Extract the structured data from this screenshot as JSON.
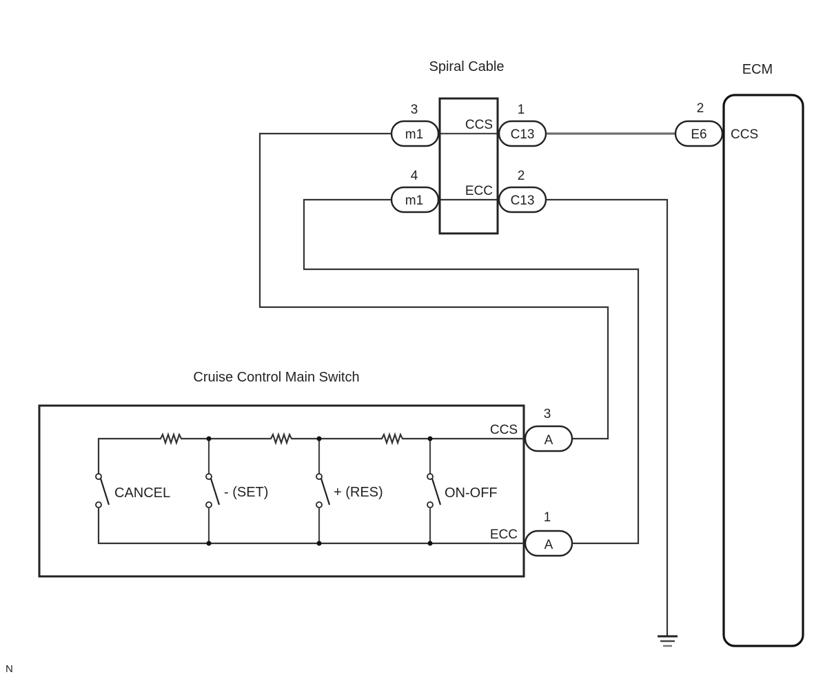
{
  "diagram": {
    "colors": {
      "line": "#222222",
      "ccs_wire": "#6e6e6e",
      "ecc_wire": "#333333",
      "background": "#ffffff"
    },
    "components": {
      "spiral_cable": {
        "title": "Spiral Cable",
        "terminals": [
          {
            "signal": "CCS",
            "left_pin": "3",
            "left_connector": "m1",
            "right_pin": "1",
            "right_connector": "C13"
          },
          {
            "signal": "ECC",
            "left_pin": "4",
            "left_connector": "m1",
            "right_pin": "2",
            "right_connector": "C13"
          }
        ]
      },
      "ecm": {
        "title": "ECM",
        "terminals": [
          {
            "signal": "CCS",
            "pin": "2",
            "connector": "E6"
          }
        ]
      },
      "main_switch": {
        "title": "Cruise Control Main Switch",
        "terminals": [
          {
            "signal": "CCS",
            "pin": "3",
            "connector": "A"
          },
          {
            "signal": "ECC",
            "pin": "1",
            "connector": "A"
          }
        ],
        "switches": [
          {
            "label": "CANCEL"
          },
          {
            "label": "- (SET)"
          },
          {
            "label": "+ (RES)"
          },
          {
            "label": "ON-OFF"
          }
        ]
      }
    },
    "ground_icon": "ground-icon",
    "footer_mark": "N"
  }
}
